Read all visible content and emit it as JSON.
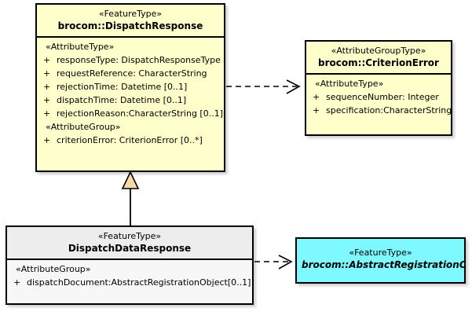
{
  "diagram": {
    "type": "uml-class-diagram",
    "background": "#ffffff",
    "colors": {
      "class_fill_yellow": "#FFFFCC",
      "class_fill_grey_header": "#EDEDED",
      "class_fill_grey_body": "#F7F7F7",
      "class_fill_cyan": "#7DF9FF",
      "border": "#000000",
      "generalization_arrow_fill": "#F7D9A8",
      "connector_line": "#000000"
    }
  },
  "classes": {
    "dispatch_response": {
      "stereotype": "«FeatureType»",
      "name": "brocom::DispatchResponse",
      "abstract": false,
      "compartments": [
        {
          "group": "«AttributeType»",
          "attributes": [
            {
              "visibility": "+",
              "text": "responseType: DispatchResponseType"
            },
            {
              "visibility": "+",
              "text": "requestReference: CharacterString"
            },
            {
              "visibility": "+",
              "text": "rejectionTime: Datetime [0..1]"
            },
            {
              "visibility": "+",
              "text": "dispatchTime: Datetime [0..1]"
            },
            {
              "visibility": "+",
              "text": "rejectionReason:CharacterString [0..1]"
            }
          ]
        },
        {
          "group": "«AttributeGroup»",
          "attributes": [
            {
              "visibility": "+",
              "text": "criterionError: CriterionError [0..*]"
            }
          ]
        }
      ]
    },
    "criterion_error": {
      "stereotype": "«AttributeGroupType»",
      "name": "brocom::CriterionError",
      "abstract": false,
      "compartments": [
        {
          "group": "«AttributeType»",
          "attributes": [
            {
              "visibility": "+",
              "text": "sequenceNumber: Integer"
            },
            {
              "visibility": "+",
              "text": "specification:CharacterString"
            }
          ]
        }
      ]
    },
    "dispatch_data_response": {
      "stereotype": "«FeatureType»",
      "name": "DispatchDataResponse",
      "abstract": false,
      "compartments": [
        {
          "group": "«AttributeGroup»",
          "attributes": [
            {
              "visibility": "+",
              "text": "dispatchDocument:AbstractRegistrationObject[0..1]"
            }
          ]
        }
      ]
    },
    "abstract_registration_object": {
      "stereotype": "«FeatureType»",
      "name": "brocom::AbstractRegistrationObject",
      "abstract": true,
      "compartments": []
    }
  },
  "connectors": [
    {
      "id": "dep-dispatchresponse-to-criterionerror",
      "kind": "dependency",
      "style": "dashed",
      "arrowhead": "open",
      "from": "dispatch_response",
      "to": "criterion_error"
    },
    {
      "id": "gen-dispatchdataresponse-to-dispatchresponse",
      "kind": "generalization",
      "style": "solid",
      "arrowhead": "hollow-triangle",
      "from": "dispatch_data_response",
      "to": "dispatch_response"
    },
    {
      "id": "dep-dispatchdataresponse-to-abstractregistrationobject",
      "kind": "dependency",
      "style": "dashed",
      "arrowhead": "open",
      "from": "dispatch_data_response",
      "to": "abstract_registration_object"
    }
  ]
}
